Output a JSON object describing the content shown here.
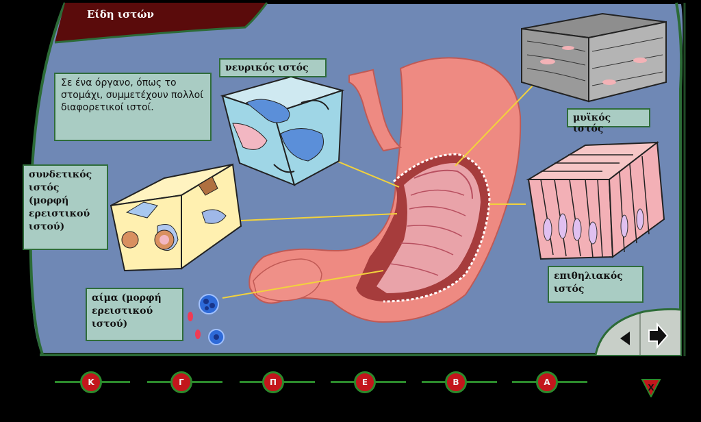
{
  "window": {
    "title": "Είδη ιστών"
  },
  "intro_text": "Σε ένα όργανο, όπως το στομάχι, συμμετέχουν πολλοί διαφορετικοί ιστοί.",
  "labels": {
    "nervous": "νευρικός ιστός",
    "muscle": "μυϊκός ιστός",
    "connective": [
      "συνδετικός",
      "ιστός",
      "(μορφή",
      "ερειστικού",
      "ιστού)"
    ],
    "blood": [
      "αίμα (μορφή",
      "ερειστικού",
      "ιστού)"
    ],
    "epithelial": [
      "επιθηλιακός",
      "ιστός"
    ]
  },
  "nav": {
    "buttons": [
      "Κ",
      "Γ",
      "Π",
      "Ε",
      "Β",
      "Α"
    ],
    "close_label": "X"
  },
  "colors": {
    "panel": "#6f88b5",
    "title_bar": "#5a0b0b",
    "frame": "#2c6b37",
    "label_bg": "#a9ccc3",
    "nav_button": "#c3161c",
    "nav_line": "#2c8a2c",
    "stomach": "#ee8a82"
  },
  "icons": [
    "previous-arrow-icon",
    "next-arrow-icon",
    "close-icon"
  ]
}
